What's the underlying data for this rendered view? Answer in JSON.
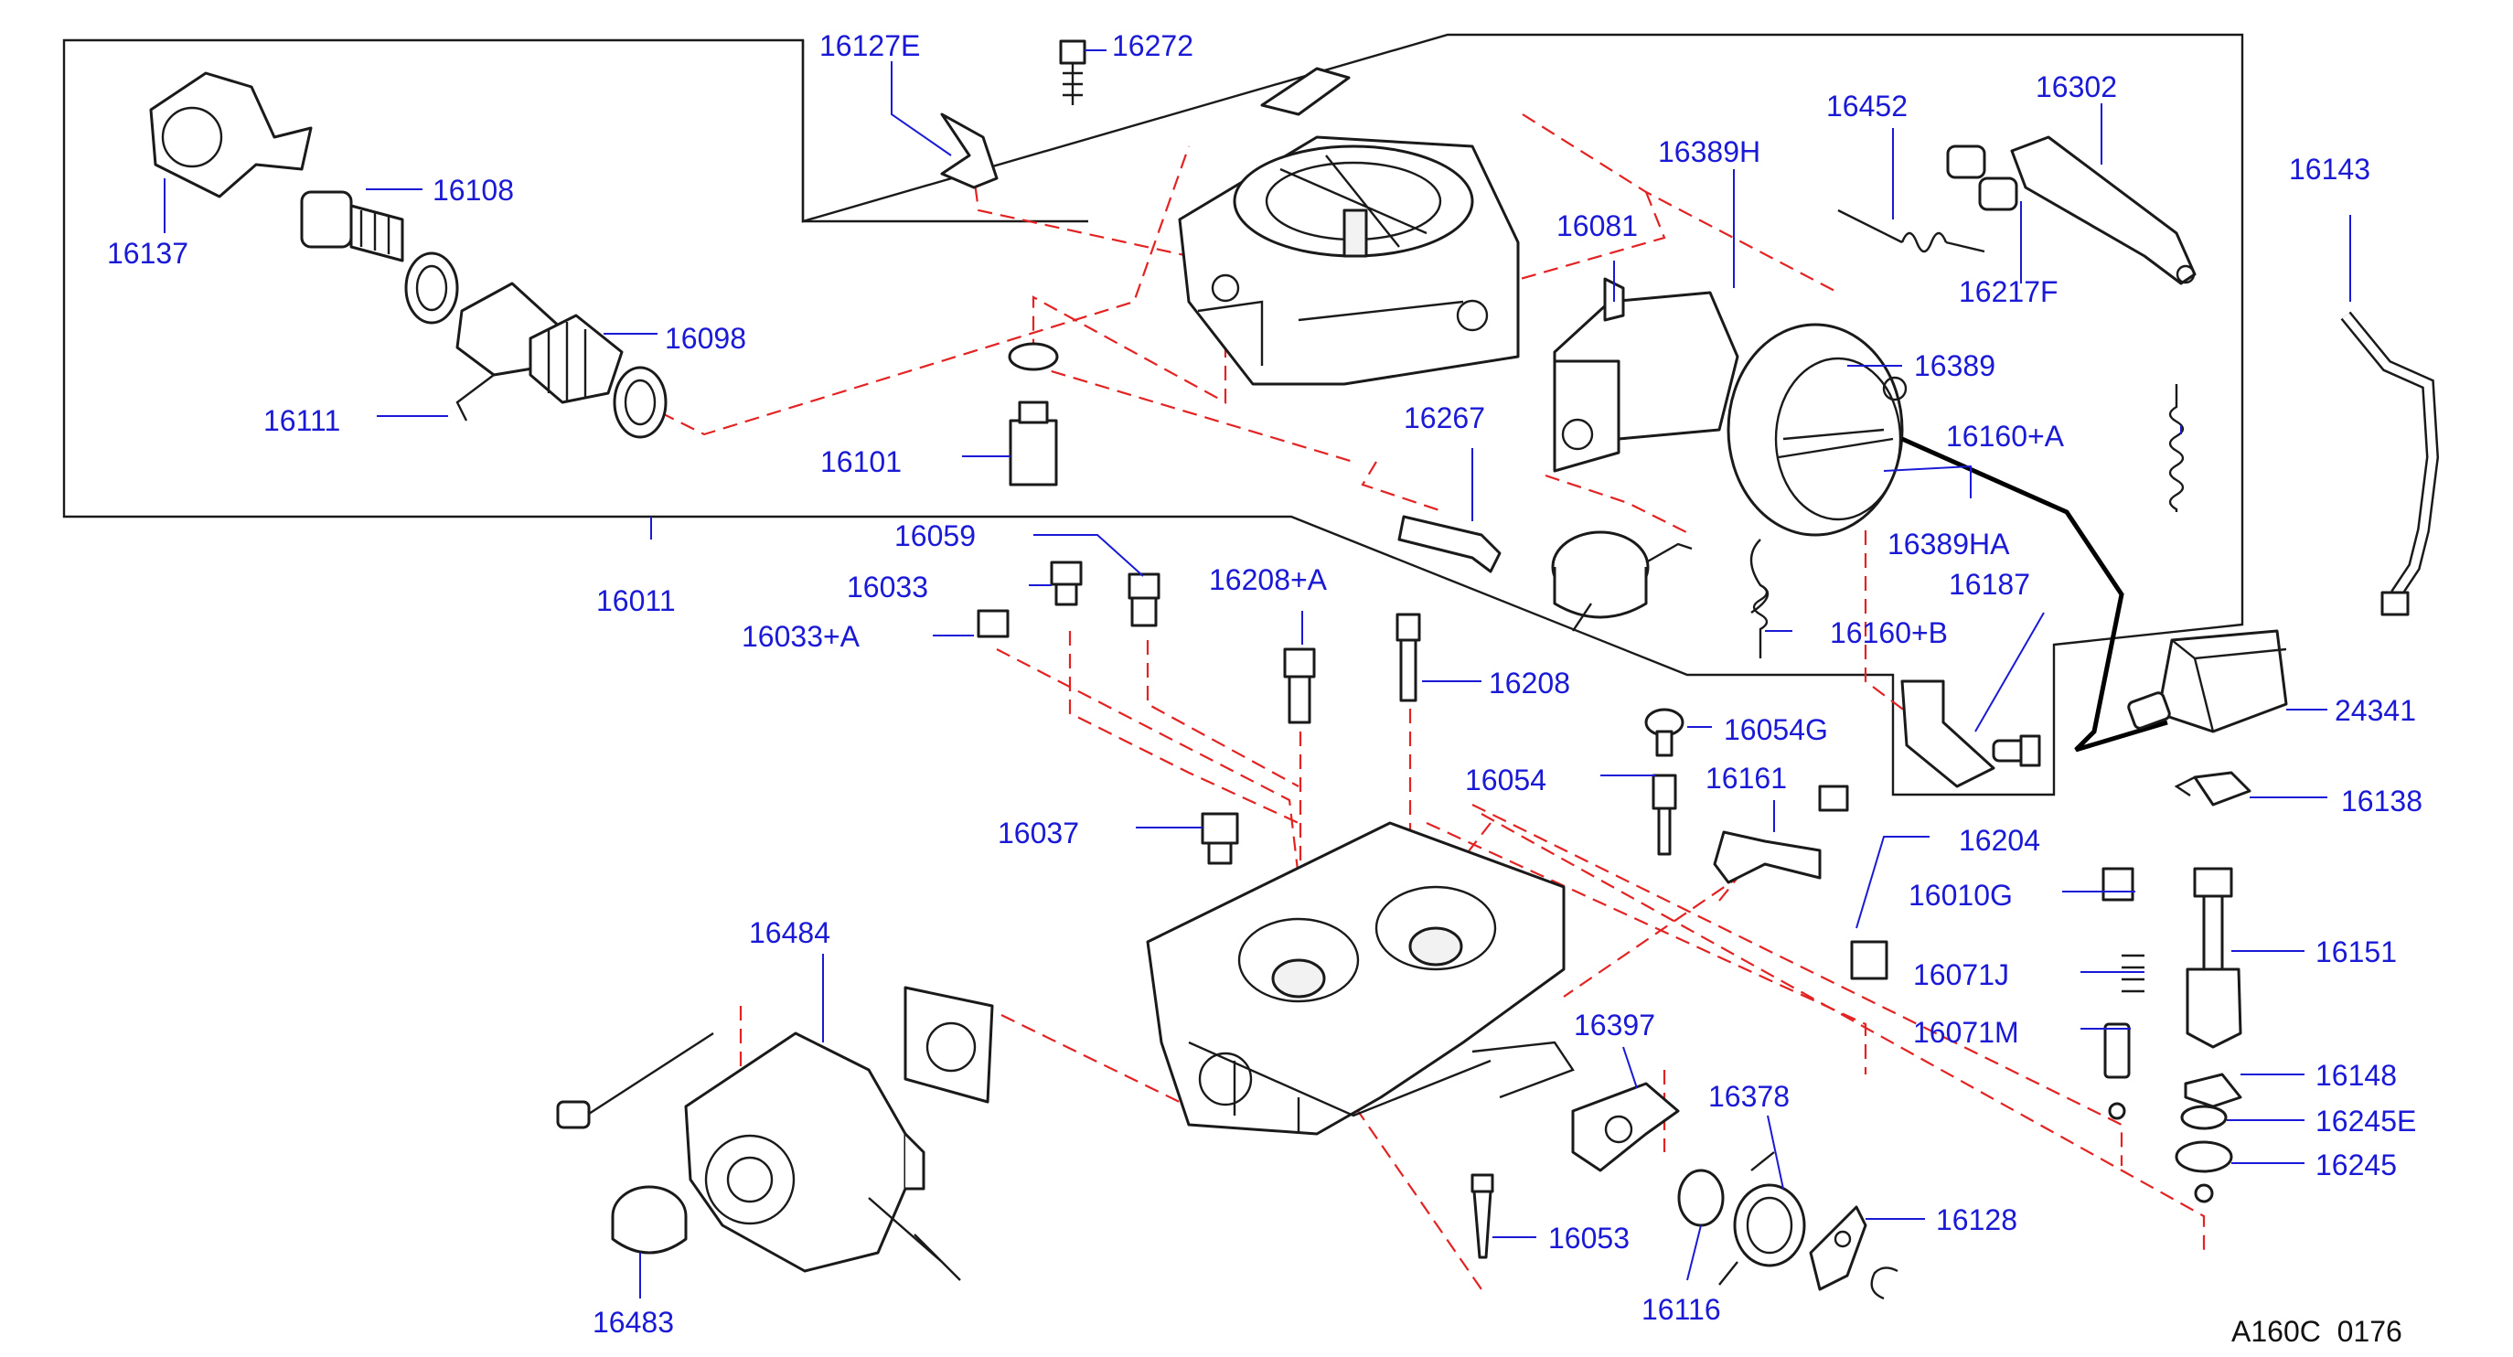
{
  "diagram": {
    "code": "A160C  0176",
    "callouts": [
      {
        "id": "16127E",
        "text": "16127E"
      },
      {
        "id": "16272",
        "text": "16272"
      },
      {
        "id": "16137",
        "text": "16137"
      },
      {
        "id": "16108",
        "text": "16108"
      },
      {
        "id": "16098",
        "text": "16098"
      },
      {
        "id": "16111",
        "text": "16111"
      },
      {
        "id": "16011",
        "text": "16011"
      },
      {
        "id": "16101",
        "text": "16101"
      },
      {
        "id": "16059",
        "text": "16059"
      },
      {
        "id": "16033",
        "text": "16033"
      },
      {
        "id": "16033A",
        "text": "16033+A"
      },
      {
        "id": "16208A",
        "text": "16208+A"
      },
      {
        "id": "16208",
        "text": "16208"
      },
      {
        "id": "16452",
        "text": "16452"
      },
      {
        "id": "16302",
        "text": "16302"
      },
      {
        "id": "16389H",
        "text": "16389H"
      },
      {
        "id": "16081",
        "text": "16081"
      },
      {
        "id": "16217F",
        "text": "16217F"
      },
      {
        "id": "16389",
        "text": "16389"
      },
      {
        "id": "16143",
        "text": "16143"
      },
      {
        "id": "16160A",
        "text": "16160+A"
      },
      {
        "id": "16267",
        "text": "16267"
      },
      {
        "id": "16389HA",
        "text": "16389HA"
      },
      {
        "id": "16187",
        "text": "16187"
      },
      {
        "id": "16160B",
        "text": "16160+B"
      },
      {
        "id": "24341",
        "text": "24341"
      },
      {
        "id": "16054G",
        "text": "16054G"
      },
      {
        "id": "16054",
        "text": "16054"
      },
      {
        "id": "16161",
        "text": "16161"
      },
      {
        "id": "16138",
        "text": "16138"
      },
      {
        "id": "16037",
        "text": "16037"
      },
      {
        "id": "16204",
        "text": "16204"
      },
      {
        "id": "16010G",
        "text": "16010G"
      },
      {
        "id": "16151",
        "text": "16151"
      },
      {
        "id": "16071J",
        "text": "16071J"
      },
      {
        "id": "16071M",
        "text": "16071M"
      },
      {
        "id": "16484",
        "text": "16484"
      },
      {
        "id": "16397",
        "text": "16397"
      },
      {
        "id": "16148",
        "text": "16148"
      },
      {
        "id": "16378",
        "text": "16378"
      },
      {
        "id": "16245E",
        "text": "16245E"
      },
      {
        "id": "16245",
        "text": "16245"
      },
      {
        "id": "16128",
        "text": "16128"
      },
      {
        "id": "16053",
        "text": "16053"
      },
      {
        "id": "16116",
        "text": "16116"
      },
      {
        "id": "16483",
        "text": "16483"
      }
    ]
  }
}
